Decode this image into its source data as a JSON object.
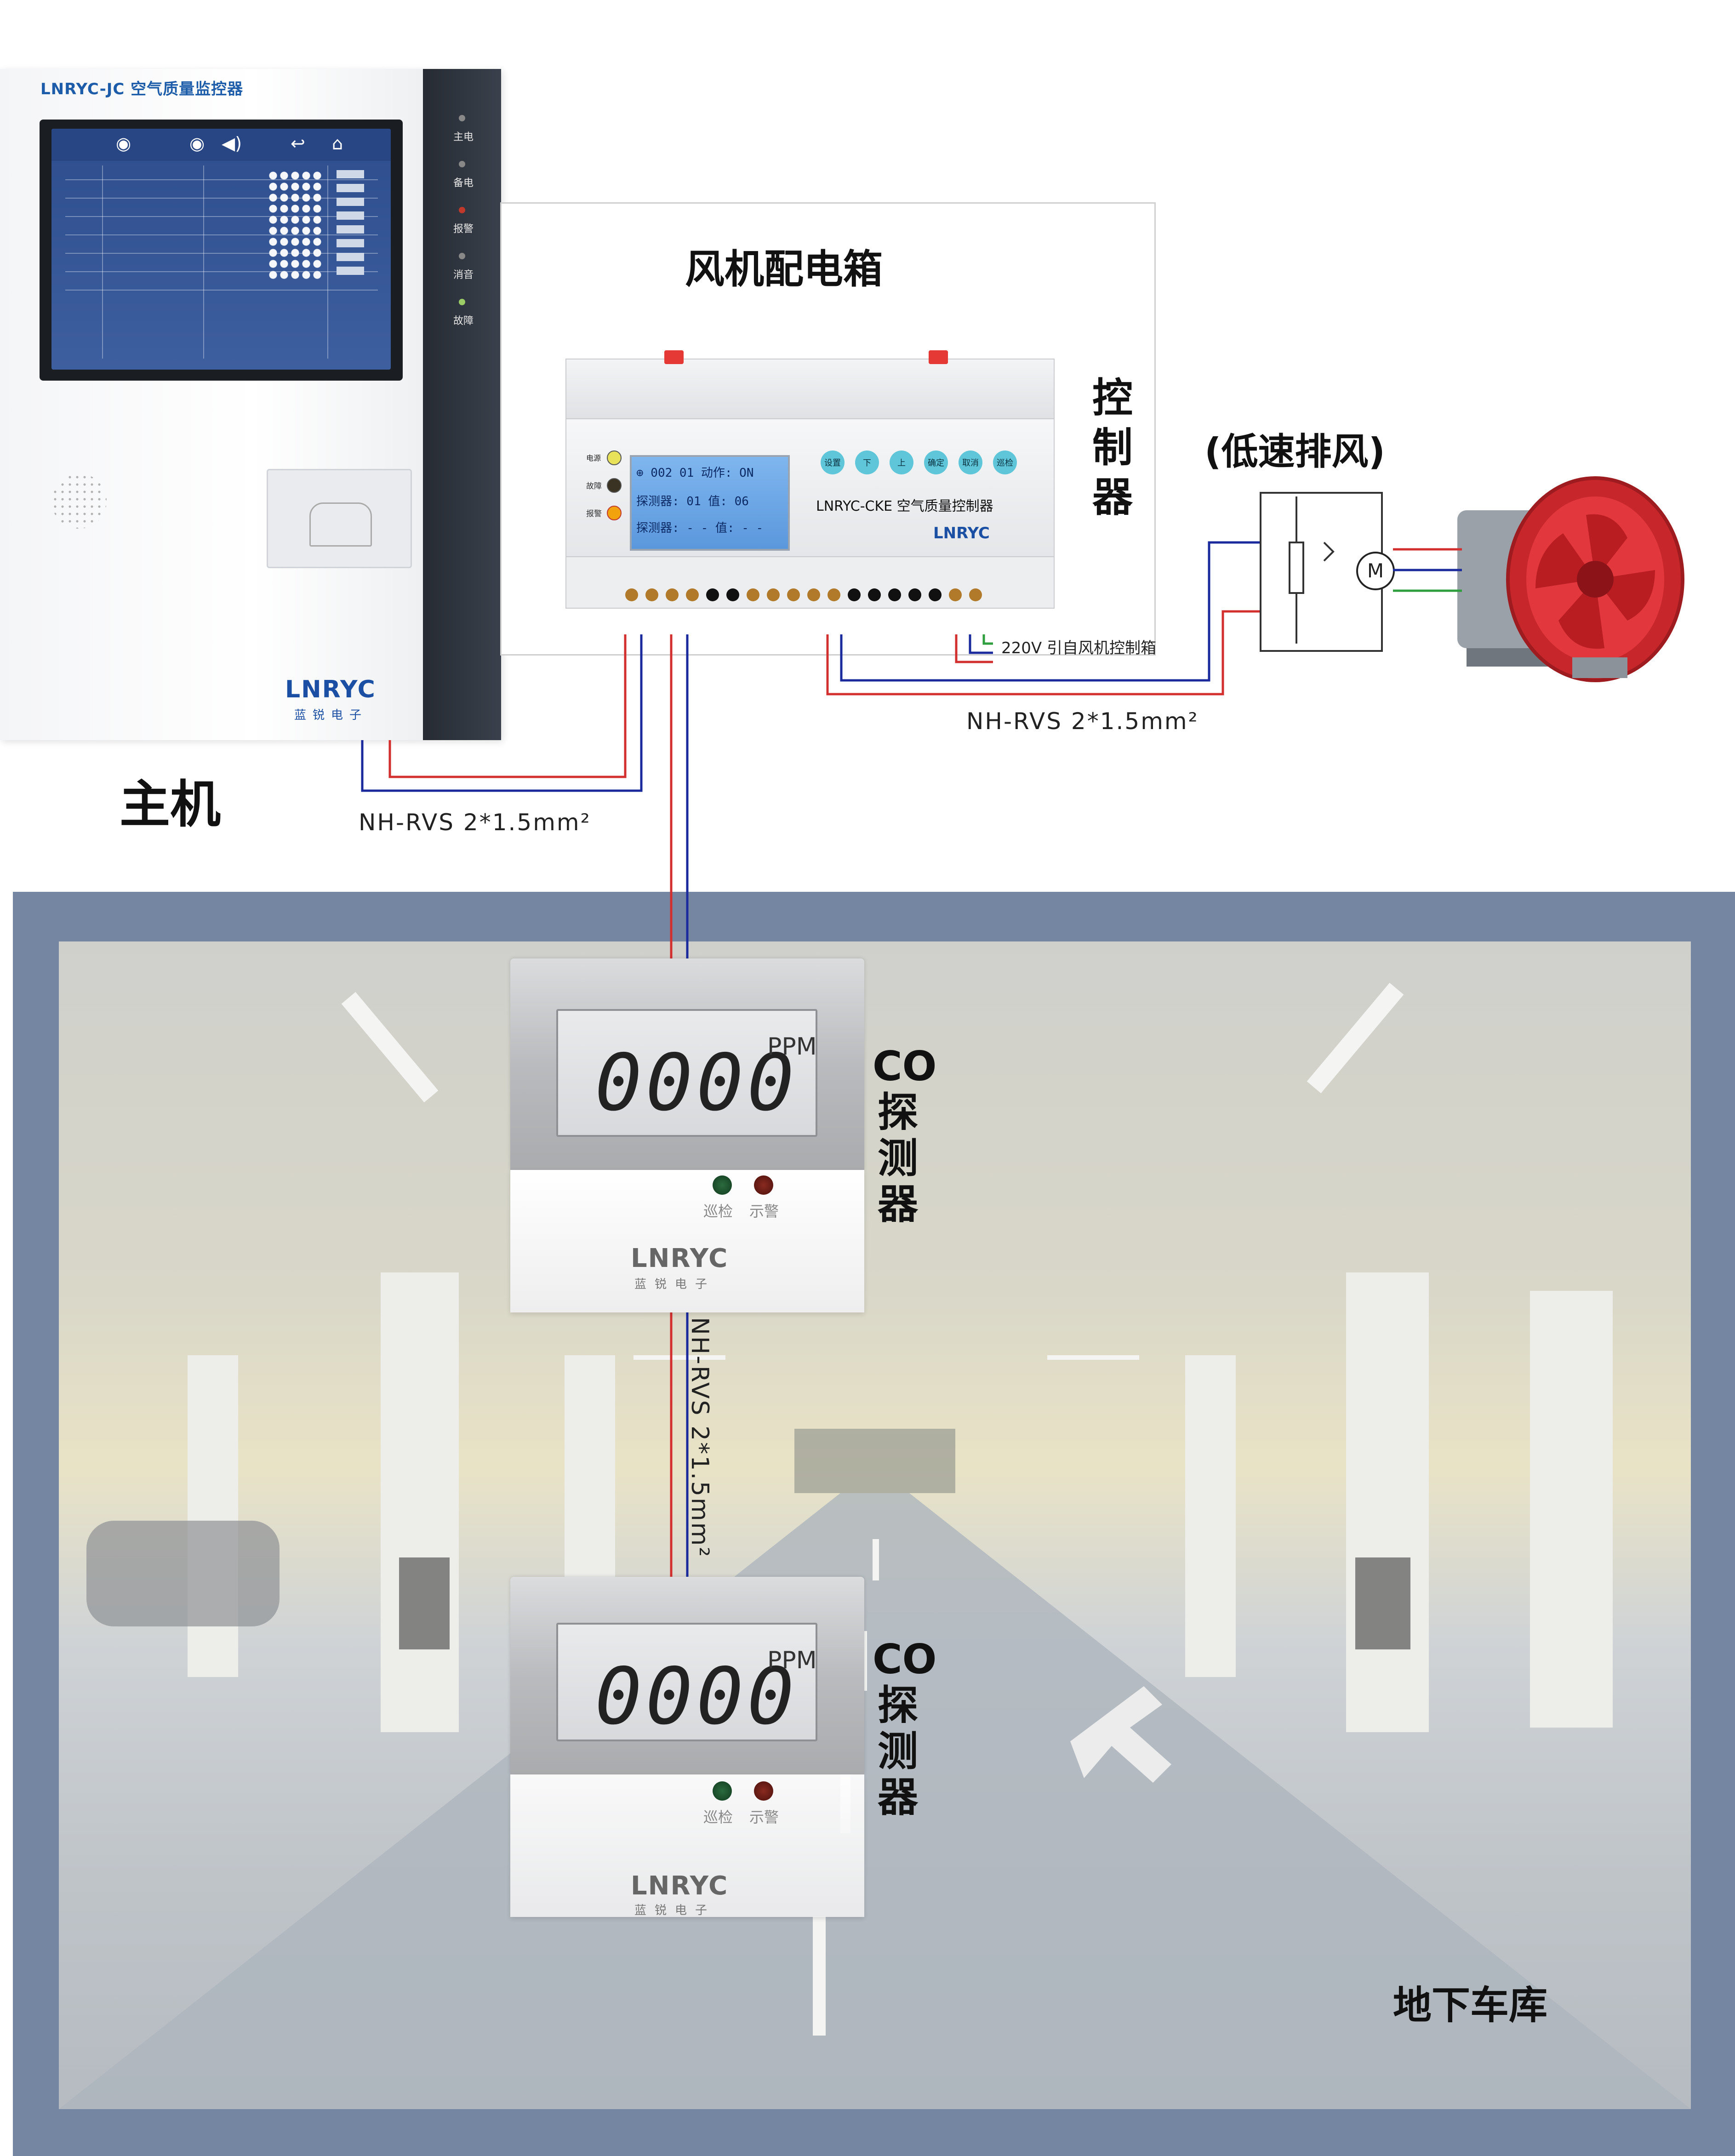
{
  "host": {
    "model_label": "LNRYC-JC 空气质量监控器",
    "title": "主机",
    "logo": "LNRYC",
    "logo_sub": "蓝锐电子",
    "indicators": [
      "主电",
      "备电",
      "报警",
      "消音",
      "故障"
    ]
  },
  "fan_box": {
    "title": "风机配电箱",
    "controller_label": "控制器",
    "controller": {
      "model": "LNRYC-CKE 空气质量控制器",
      "logo": "LNRYC",
      "status_leds": [
        "电源",
        "故障",
        "报警"
      ],
      "buttons": [
        "设置",
        "下",
        "上",
        "确定",
        "取消",
        "巡检"
      ],
      "lcd_lines": [
        "⊕ 002 01   动作: ON",
        "探测器: 01    值: 06",
        "探测器: - -    值: - -"
      ]
    },
    "power_label": "220V 引自风机控制箱"
  },
  "fan": {
    "title": "(低速排风)",
    "motor_symbol": "M"
  },
  "cables": {
    "host_to_controller": "NH-RVS 2*1.5mm²",
    "controller_to_fan": "NH-RVS 2*1.5mm²",
    "detector_link": "NH-RVS 2*1.5mm²"
  },
  "garage": {
    "title": "地下车库"
  },
  "detectors": [
    {
      "label": "CO探测器",
      "reading": "0000",
      "unit": "PPM",
      "led_left": "巡检",
      "led_right": "示警",
      "logo": "LNRYC",
      "logo_sub": "蓝锐电子"
    },
    {
      "label": "CO探测器",
      "reading": "0000",
      "unit": "PPM",
      "led_left": "巡检",
      "led_right": "示警",
      "logo": "LNRYC",
      "logo_sub": "蓝锐电子"
    }
  ],
  "colors": {
    "wire_red": "#d32f2f",
    "wire_blue": "#1a2a9c",
    "wire_green": "#2e9e3e",
    "garage_frame": "#7586a3",
    "brand_blue": "#1b4fa3"
  }
}
